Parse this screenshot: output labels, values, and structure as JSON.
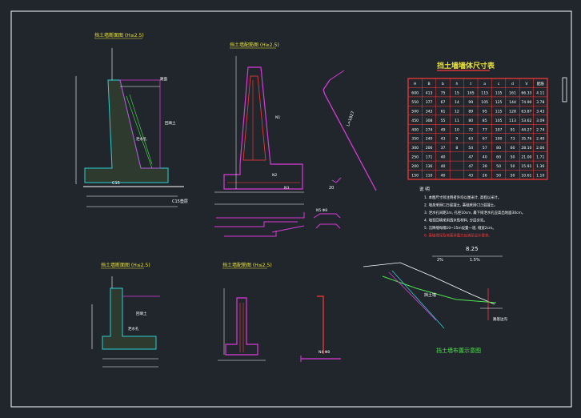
{
  "sections": [
    {
      "title": "挡土墙断面图 (H≤2.5)",
      "labels": [
        "泄水孔",
        "回填土",
        "C15",
        "C15垫层",
        "路面"
      ]
    },
    {
      "title": "挡土墙配筋图 (H≥2.5)",
      "labels": [
        "N1",
        "N2",
        "N3"
      ]
    },
    {
      "title": "挡土墙断面图 (H≤2.5)",
      "labels": [
        "泄水孔",
        "回填土"
      ]
    },
    {
      "title": "挡土墙配筋图 (H≤2.5)",
      "labels": []
    }
  ],
  "details": {
    "rebar_a": "N5 Φ8",
    "rebar_length": "L=1827",
    "rebar_20": "20",
    "rebar_b": "N4 Φ8"
  },
  "table": {
    "title": "挡土墙墙体尺寸表",
    "headers": [
      "H",
      "B",
      "b",
      "h",
      "t",
      "a",
      "c",
      "d",
      "V",
      "配筋"
    ],
    "rows": [
      [
        "600",
        "413",
        "75",
        "15",
        "165",
        "115",
        "135",
        "161",
        "66.33",
        "4.11"
      ],
      [
        "550",
        "377",
        "67",
        "14",
        "99",
        "105",
        "125",
        "144",
        "74.90",
        "3.78"
      ],
      [
        "500",
        "343",
        "61",
        "12",
        "89",
        "95",
        "115",
        "128",
        "63.87",
        "3.43"
      ],
      [
        "450",
        "308",
        "55",
        "11",
        "80",
        "85",
        "105",
        "113",
        "53.62",
        "3.09"
      ],
      [
        "400",
        "274",
        "49",
        "10",
        "72",
        "77",
        "107",
        "91",
        "44.27",
        "2.74"
      ],
      [
        "350",
        "240",
        "43",
        "9",
        "63",
        "67",
        "100",
        "73",
        "35.76",
        "2.40"
      ],
      [
        "300",
        "206",
        "37",
        "8",
        "54",
        "57",
        "80",
        "60",
        "28.10",
        "2.06"
      ],
      [
        "250",
        "171",
        "40",
        "",
        "47",
        "40",
        "60",
        "50",
        "21.00",
        "1.71"
      ],
      [
        "200",
        "136",
        "40",
        "",
        "47",
        "39",
        "50",
        "50",
        "15.91",
        "1.36"
      ],
      [
        "150",
        "110",
        "40",
        "",
        "43",
        "26",
        "50",
        "50",
        "10.61",
        "1.10"
      ]
    ]
  },
  "notes": {
    "title": "说 明",
    "lines": [
      "1. 本图尺寸除注明者外均以厘米计, 高程以米计。",
      "2. 墙身采用C25混凝土, 基础采用C15混凝土。",
      "3. 泄水孔间距2m, 孔径10cm, 最下排泄水孔应高出地面30cm。",
      "4. 墙背回填采用透水性材料, 分层夯实。",
      "5. 沉降缝每隔10~15m设置一道, 缝宽2cm。",
      "6. 基础埋深及地基承载力应满足设计要求。"
    ]
  },
  "road": {
    "width": "8.25",
    "labels": [
      "2%",
      "1.5%",
      "挡土墙",
      "路基边沟"
    ],
    "title": "挡土墙布置示意图"
  }
}
